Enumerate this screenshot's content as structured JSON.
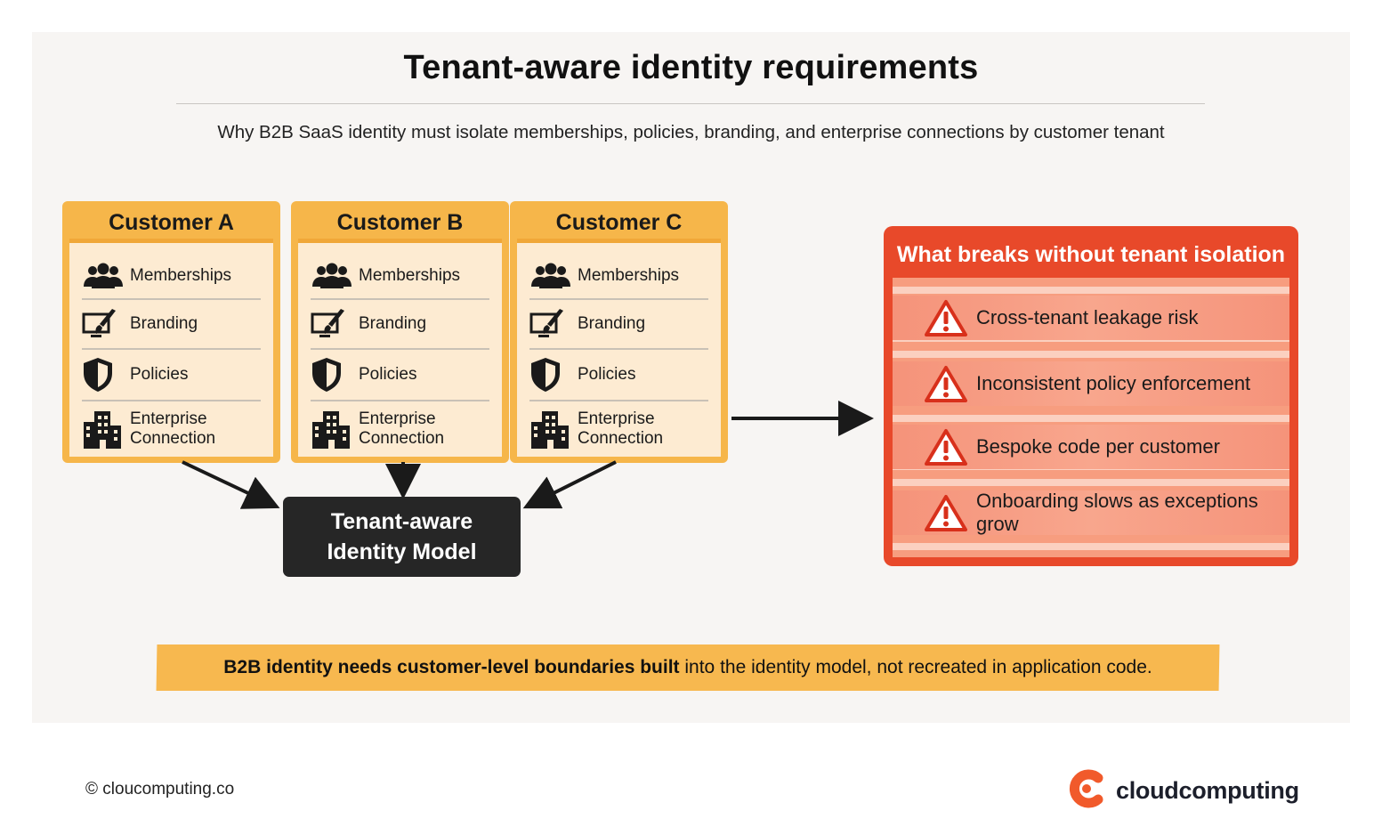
{
  "header": {
    "title": "Tenant-aware identity requirements",
    "subtitle": "Why B2B SaaS identity must isolate memberships, policies, branding, and enterprise connections by customer tenant"
  },
  "customers": [
    {
      "name": "Customer A"
    },
    {
      "name": "Customer B"
    },
    {
      "name": "Customer C"
    }
  ],
  "customer_items": {
    "memberships": "Memberships",
    "branding": "Branding",
    "policies": "Policies",
    "enterprise_line1": "Enterprise",
    "enterprise_line2": "Connection"
  },
  "model": {
    "line1": "Tenant-aware",
    "line2": "Identity Model"
  },
  "risks": {
    "title": "What breaks without tenant isolation",
    "items": [
      "Cross-tenant leakage risk",
      "Inconsistent policy enforcement",
      "Bespoke code per customer",
      "Onboarding slows as exceptions grow"
    ]
  },
  "banner": {
    "bold": "B2B identity needs customer-level boundaries built",
    "rest": " into the identity model, not recreated in application code."
  },
  "footer": {
    "copyright": "© cloucomputing.co",
    "brand": "cloudcomputing"
  },
  "colors": {
    "card": "#f6b64a",
    "card_inner": "#fdebd2",
    "model": "#262626",
    "warning": "#e8492a",
    "banner": "#f7b84f",
    "brand_accent": "#f15a2b"
  }
}
